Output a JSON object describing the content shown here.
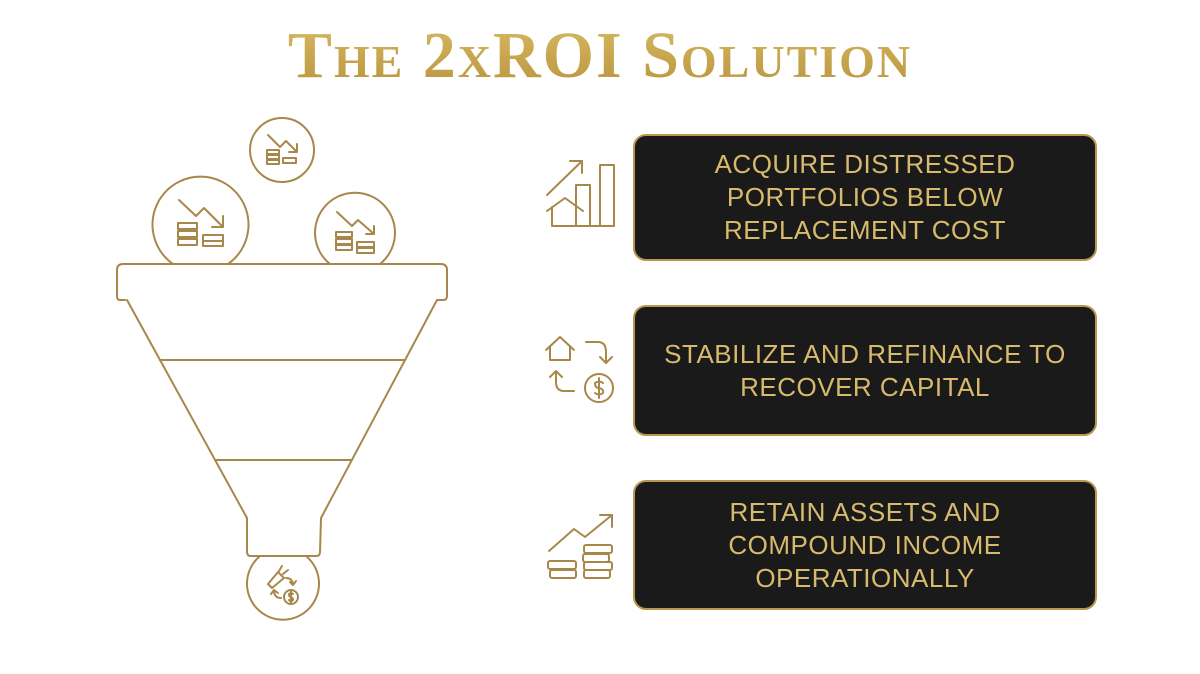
{
  "title": "The 2xROI Solution",
  "steps": [
    {
      "label": "ACQUIRE DISTRESSED PORTFOLIOS BELOW REPLACEMENT COST",
      "icon": "house-growth-chart-icon"
    },
    {
      "label": "STABILIZE AND REFINANCE TO RECOVER CAPITAL",
      "icon": "house-dollar-cycle-icon"
    },
    {
      "label": "RETAIN ASSETS AND COMPOUND INCOME OPERATIONALLY",
      "icon": "coins-growth-icon"
    }
  ],
  "colors": {
    "gold": "#a8884a",
    "box": "#1a1a1a",
    "text": "#d8ba6c"
  }
}
